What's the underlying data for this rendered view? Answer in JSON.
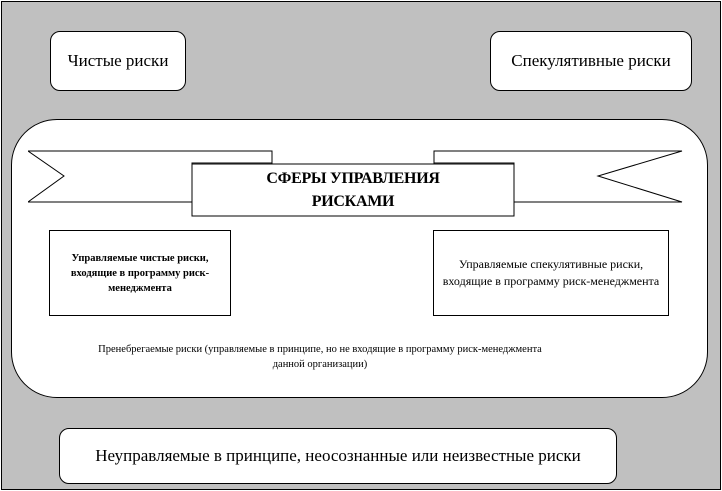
{
  "pure_risks": "Чистые риски",
  "speculative_risks": "Спекулятивные риски",
  "title_line1": "СФЕРЫ УПРАВЛЕНИЯ",
  "title_line2": "РИСКАМИ",
  "managed_pure": "Управляемые чистые риски, входящие в программу риск-менеджмента",
  "managed_speculative": "Управляемые спекулятивные риски, входящие в программу риск-менеджмента",
  "neglected": "Пренебрегаемые риски (управляемые в принципе, но не входящие в программу риск-менеджмента данной организации)",
  "unmanaged": "Неуправляемые в принципе, неосознанные или неизвестные риски",
  "colors": {
    "background": "#c0c0c0",
    "box": "#ffffff",
    "stroke": "#000000"
  }
}
